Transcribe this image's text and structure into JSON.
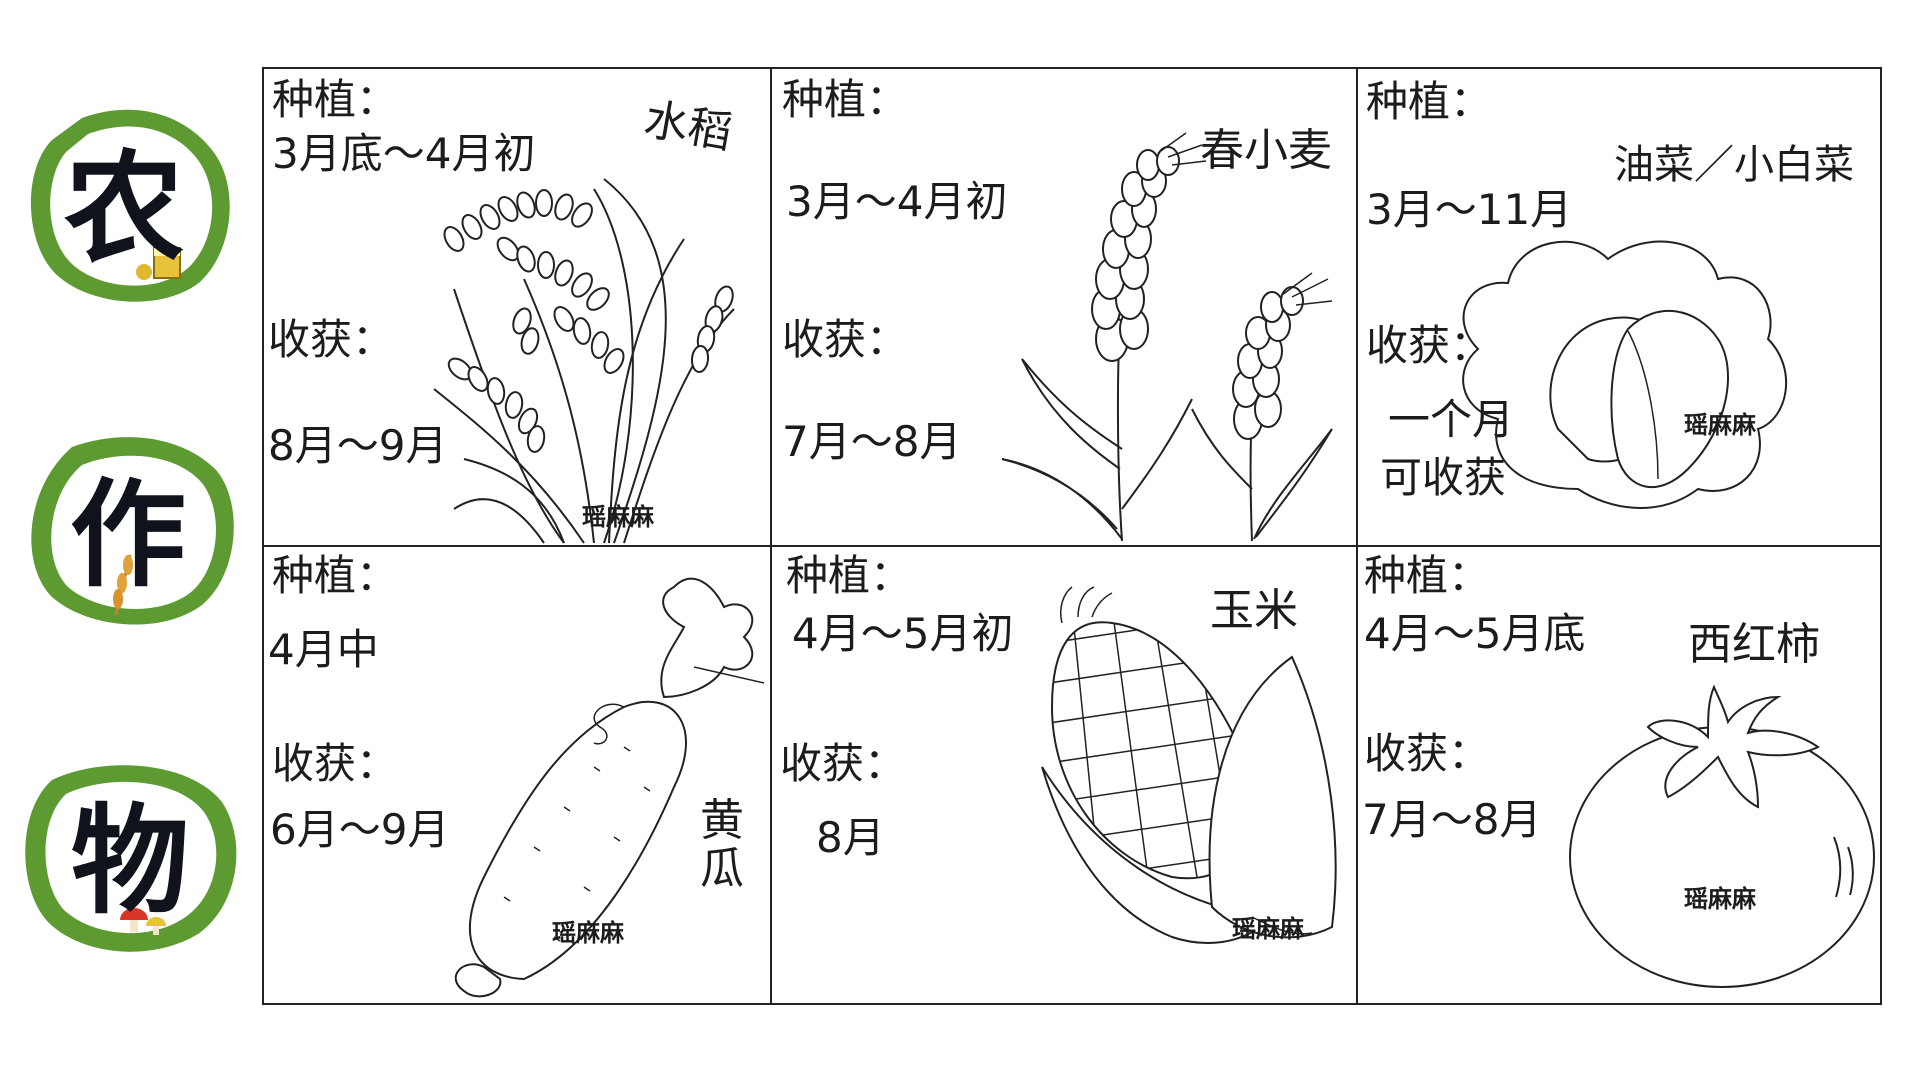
{
  "title_chars": [
    "农",
    "作",
    "物"
  ],
  "colors": {
    "badge_green": "#5d9b32",
    "badge_black": "#10131c",
    "line": "#222222"
  },
  "crops": [
    {
      "name": "水稻",
      "plant_label": "种植：",
      "plant_time": "3月底～4月初",
      "harvest_label": "收获：",
      "harvest_time": "8月～9月",
      "watermark": "瑶麻麻",
      "icon": "rice-icon"
    },
    {
      "name": "春小麦",
      "plant_label": "种植：",
      "plant_time": "3月～4月初",
      "harvest_label": "收获：",
      "harvest_time": "7月～8月",
      "watermark": "",
      "icon": "wheat-icon"
    },
    {
      "name": "油菜／小白菜",
      "plant_label": "种植：",
      "plant_time": "3月～11月",
      "harvest_label": "收获：",
      "harvest_time": "一个月可收获",
      "harvest_line1": "一个月",
      "harvest_line2": "可收获",
      "watermark": "瑶麻麻",
      "icon": "cabbage-icon"
    },
    {
      "name": "黄瓜",
      "plant_label": "种植：",
      "plant_time": "4月中",
      "harvest_label": "收获：",
      "harvest_time": "6月～9月",
      "watermark": "瑶麻麻",
      "icon": "cucumber-icon"
    },
    {
      "name": "玉米",
      "plant_label": "种植：",
      "plant_time": "4月～5月初",
      "harvest_label": "收获：",
      "harvest_time": "8月",
      "watermark": "瑶麻麻",
      "icon": "corn-icon"
    },
    {
      "name": "西红柿",
      "plant_label": "种植：",
      "plant_time": "4月～5月底",
      "harvest_label": "收获：",
      "harvest_time": "7月～8月",
      "watermark": "瑶麻麻",
      "icon": "tomato-icon"
    }
  ]
}
